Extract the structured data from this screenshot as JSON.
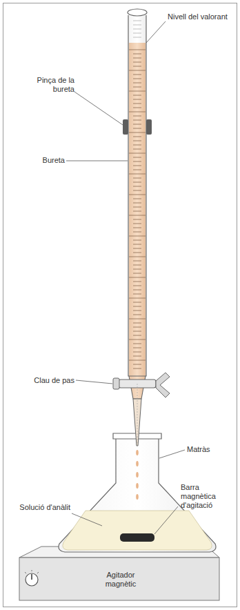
{
  "diagram": {
    "nodes": [
      {
        "text": [
          "Agitador magnètic"
        ]
      }
    ],
    "labels": [
      "Nivell del valorant",
      "Pinça de la bureta",
      "Bureta",
      "Clau de pas",
      "Matràs",
      "Solució d'anàlit",
      "Barra magnètica d'agitació"
    ]
  }
}
